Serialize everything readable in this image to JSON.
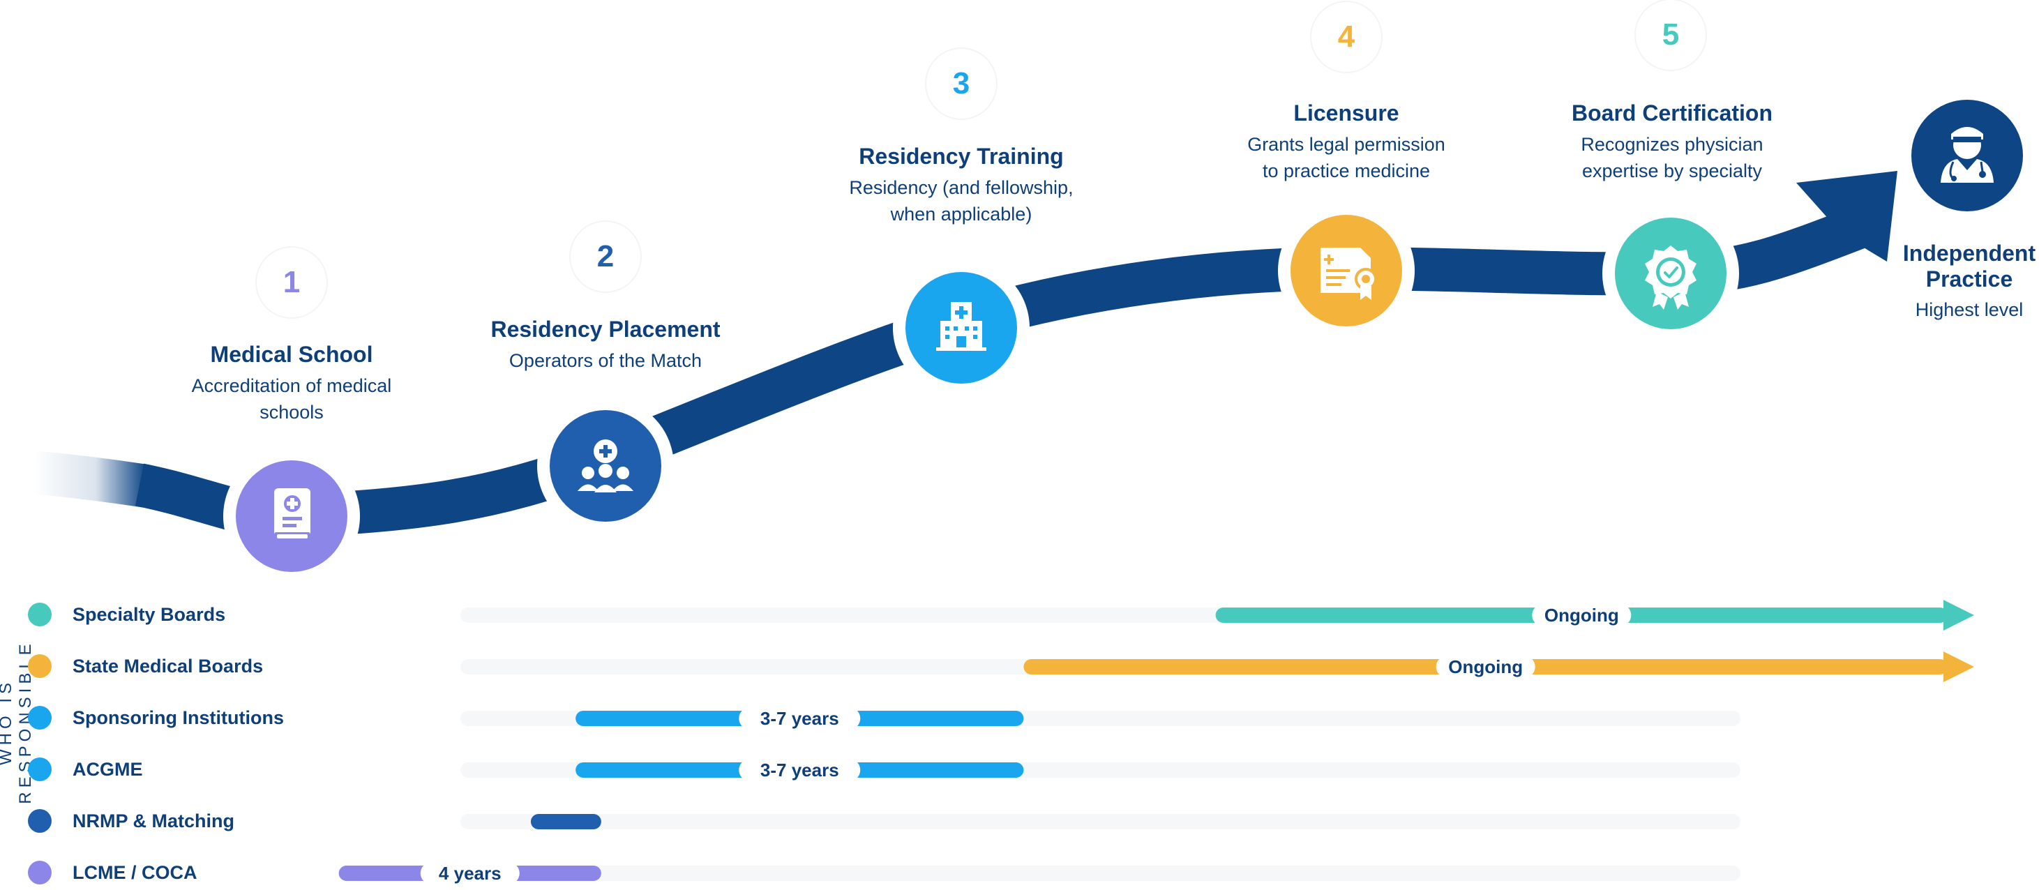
{
  "colors": {
    "navy": "#0d4585",
    "purple": "#8b86e8",
    "blue_mid": "#1f5fae",
    "sky": "#1aa6ef",
    "yellow": "#f4b43c",
    "teal": "#48c9be",
    "track": "#f6f7f9"
  },
  "stages": [
    {
      "number": "1",
      "title": "Medical School",
      "desc_line1": "Accreditation of medical",
      "desc_line2": "schools",
      "icon": "medical-book-icon",
      "color": "#8b86e8"
    },
    {
      "number": "2",
      "title": "Residency Placement",
      "desc_line1": "Operators of the Match",
      "desc_line2": "",
      "icon": "people-plus-icon",
      "color": "#1f5fae"
    },
    {
      "number": "3",
      "title": "Residency Training",
      "desc_line1": "Residency (and fellowship,",
      "desc_line2": "when applicable)",
      "icon": "hospital-icon",
      "color": "#1aa6ef"
    },
    {
      "number": "4",
      "title": "Licensure",
      "desc_line1": "Grants legal permission",
      "desc_line2": "to practice medicine",
      "icon": "certificate-icon",
      "color": "#f4b43c"
    },
    {
      "number": "5",
      "title": "Board Certification",
      "desc_line1": "Recognizes physician",
      "desc_line2": "expertise by specialty",
      "icon": "badge-check-icon",
      "color": "#48c9be"
    }
  ],
  "final": {
    "title_line1": "Independent",
    "title_line2": "Practice",
    "desc": "Highest level",
    "icon": "doctor-icon",
    "color": "#0d4585"
  },
  "side_label": "WHO IS RESPONSIBLE",
  "responsible": [
    {
      "label": "Specialty Boards",
      "color": "#48c9be",
      "start_frac": 0.59,
      "end_frac": null,
      "bar_label": "Ongoing",
      "arrow": true
    },
    {
      "label": "State Medical Boards",
      "color": "#f4b43c",
      "start_frac": 0.44,
      "end_frac": null,
      "bar_label": "Ongoing",
      "arrow": true
    },
    {
      "label": "Sponsoring Institutions",
      "color": "#1aa6ef",
      "start_frac": 0.09,
      "end_frac": 0.44,
      "bar_label": "3-7 years",
      "arrow": false
    },
    {
      "label": "ACGME",
      "color": "#1aa6ef",
      "start_frac": 0.09,
      "end_frac": 0.44,
      "bar_label": "3-7 years",
      "arrow": false
    },
    {
      "label": "NRMP & Matching",
      "color": "#1f5fae",
      "start_frac": 0.055,
      "end_frac": 0.11,
      "bar_label": "",
      "arrow": false
    },
    {
      "label": "LCME / COCA",
      "color": "#8b86e8",
      "start_frac": -0.095,
      "end_frac": 0.11,
      "bar_label": "4 years",
      "arrow": false
    }
  ]
}
